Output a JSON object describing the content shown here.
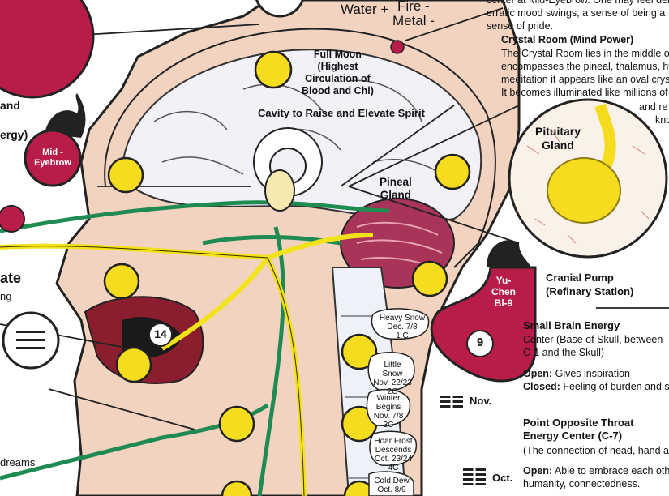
{
  "elements": {
    "water_label": "Water +",
    "fire_label": "Fire -",
    "metal_label": "Metal -",
    "top_right_text": [
      "center at Mid-Eyebrow. One may feel deli",
      "erratic mood swings, a sense of being a",
      "sense of pride."
    ],
    "crystal_room_heading": "Crystal Room (Mind Power)",
    "crystal_room_text": [
      "The Crystal Room lies in the middle o",
      "encompasses the pineal, thalamus, hy",
      "meditation it appears like an oval crys",
      "It becomes illuminated like millions of"
    ],
    "crystal_room_fragments": [
      "and re",
      "kno"
    ],
    "full_moon_label": [
      "Full Moon",
      "(Highest",
      "Circulation of",
      "Blood and Chi)"
    ],
    "cavity_label": "Cavity to Raise and Elevate Spirit",
    "pineal_label": [
      "Pineal",
      "Gland"
    ],
    "pituitary_label": [
      "Pituitary",
      "Gland"
    ],
    "left_partial": {
      "and": "and",
      "ergy": "ergy)",
      "ate": "ate",
      "ng": "ng",
      "dreams": "dreams"
    },
    "mid_eyebrow_badge": [
      "Mid -",
      "Eyebrow"
    ],
    "cranial_pump_label": [
      "Cranial Pump",
      "(Refinary Station)"
    ],
    "yu_chen_badge": [
      "Yu-",
      "Chen",
      "Bl-9"
    ],
    "badge_14": "14",
    "badge_9": "9",
    "small_brain_heading": "Small Brain Energy",
    "small_brain_text": [
      "Center (Base of Skull, between",
      "C-1 and the Skull)"
    ],
    "small_brain_open_label": "Open:",
    "small_brain_open": "Gives inspiration",
    "small_brain_closed_label": "Closed:",
    "small_brain_closed": "Feeling of burden and s",
    "nov_label": "Nov.",
    "oct_label": "Oct.",
    "throat_heading": [
      "Point Opposite Throat",
      "Energy Center (C-7)"
    ],
    "throat_text": "(The connection of head, hand a",
    "throat_open_label": "Open:",
    "throat_open": [
      "Able to embrace each oth",
      "humanity, connectedness."
    ],
    "seasons": [
      {
        "name": [
          "Heavy Snow",
          "Dec. 7/8"
        ],
        "code": "1 C"
      },
      {
        "name": [
          "Little",
          "Snow",
          "Nov. 22/23"
        ],
        "code": "2C"
      },
      {
        "name": [
          "Winter",
          "Begins",
          "Nov. 7/8"
        ],
        "code": "3C"
      },
      {
        "name": [
          "Hoar Frost",
          "Descends",
          "Oct. 23/24"
        ],
        "code": "4C"
      },
      {
        "name": [
          "Cold Dew",
          "Oct. 8/9"
        ],
        "code": ""
      }
    ]
  },
  "colors": {
    "crimson": "#b81d4a",
    "yellow": "#f5dc1e",
    "nerve_yellow": "#f2e21a",
    "green": "#1f8a52",
    "skin": "#f2d3bf",
    "brain": "#f3f1f8"
  }
}
